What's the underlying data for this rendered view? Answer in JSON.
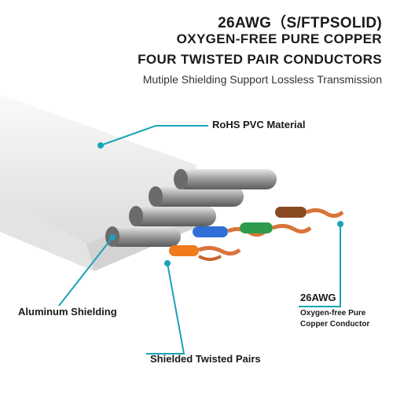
{
  "header": {
    "line1": "26AWG（S/FTPSOLID)",
    "line2": "OXYGEN-FREE PURE COPPER",
    "line3": "FOUR TWISTED PAIR CONDUCTORS",
    "line4": "Mutiple Shielding Support Lossless Transmission"
  },
  "callouts": {
    "jacket": "RoHS PVC Material",
    "shield": "Aluminum Shielding",
    "pairs": "Shielded Twisted Pairs",
    "gauge": "26AWG",
    "gauge_detail": "Oxygen-free Pure Copper Conductor"
  },
  "colors": {
    "accent": "#1aa3b8",
    "jacket": "#f2f2f2",
    "copper": "#d9743a",
    "pair_orange": "#f07a1c",
    "pair_blue": "#2f6fd6",
    "pair_green": "#2f9a4a",
    "pair_brown": "#8a4a22"
  }
}
